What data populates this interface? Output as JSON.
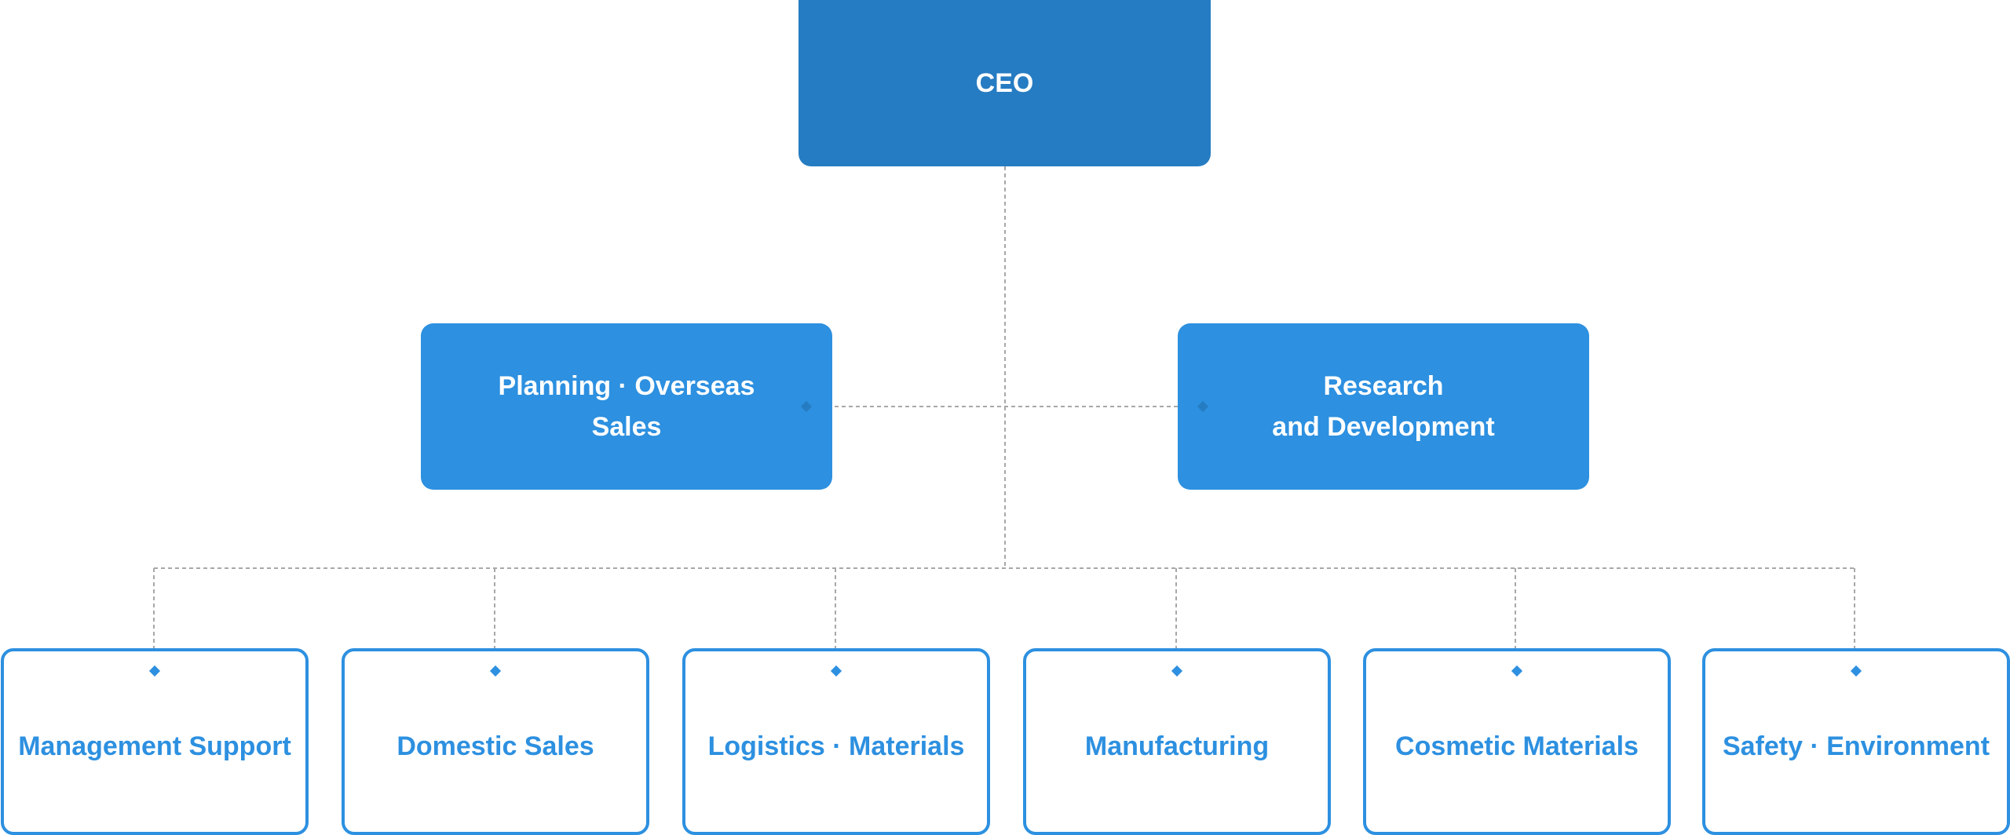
{
  "org": {
    "ceo": "CEO",
    "staff": [
      {
        "line1": "Planning · Overseas",
        "line2": "Sales"
      },
      {
        "line1": "Research",
        "line2": "and Development"
      }
    ],
    "departments": [
      "Management Support",
      "Domestic Sales",
      "Logistics · Materials",
      "Manufacturing",
      "Cosmetic Materials",
      "Safety · Environment"
    ]
  },
  "colors": {
    "ceo_fill": "#267cc2",
    "staff_fill": "#2d90e0",
    "department_outline": "#2d90e0",
    "connector": "#a8a8a8"
  }
}
